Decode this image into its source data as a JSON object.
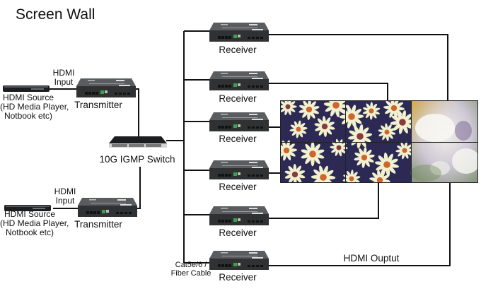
{
  "title": "Screen Wall",
  "sources": [
    {
      "label_lines": [
        "HDMI Source",
        "(HD Media Player,",
        "Notbook etc)"
      ],
      "input_label_lines": [
        "HDMI",
        "Input"
      ],
      "device": "Transmitter"
    },
    {
      "label_lines": [
        "HDMI Source",
        "(HD Media Player,",
        "Notbook etc)"
      ],
      "input_label_lines": [
        "HDMI",
        "Input"
      ],
      "device": "Transmitter"
    }
  ],
  "switch": {
    "label": "10G IGMP Switch"
  },
  "receivers": [
    {
      "label": "Receiver"
    },
    {
      "label": "Receiver"
    },
    {
      "label": "Receiver"
    },
    {
      "label": "Receiver"
    },
    {
      "label": "Receiver"
    },
    {
      "label": "Receiver"
    }
  ],
  "cable_label_lines": [
    "Cat5e/6 /",
    "Fiber Cable"
  ],
  "output_label": "HDMI Ouptut",
  "colors": {
    "wire": "#111111",
    "device_body": "#3a3c3e",
    "device_top": "#55585a",
    "daisy_bg": "#2c2a55",
    "petal": "#f1f1cf",
    "center": "#d0642c",
    "flower_panel": "#c9c4b6"
  }
}
